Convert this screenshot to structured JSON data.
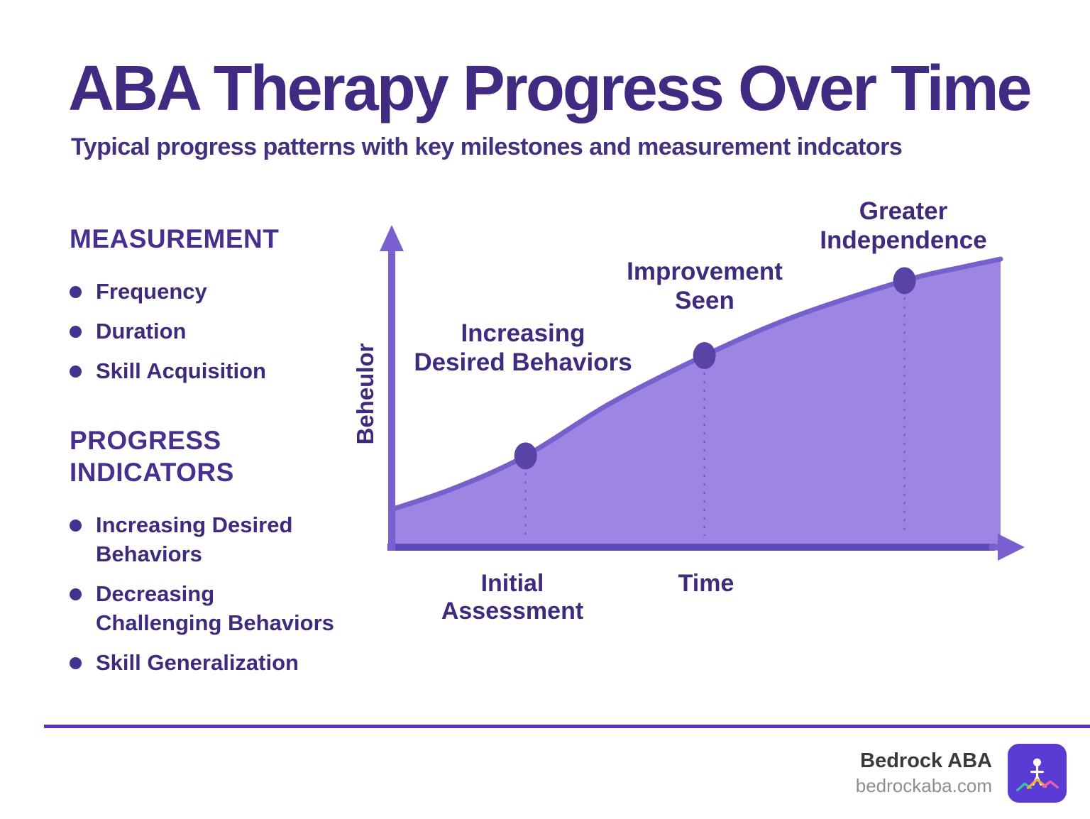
{
  "header": {
    "title": "ABA Therapy Progress Over Time",
    "subtitle": "Typical progress patterns with key milestones and measurement indcators"
  },
  "sidebar": {
    "measurement": {
      "heading": "MEASUREMENT",
      "items": [
        "Frequency",
        "Duration",
        "Skill Acquisition"
      ]
    },
    "progress_indicators": {
      "heading": "PROGRESS\nINDICATORS",
      "items": [
        "Increasing Desired\nBehaviors",
        "Decreasing\nChallenging Behaviors",
        "Skill Generalization"
      ]
    }
  },
  "chart_data": {
    "type": "area",
    "title": "",
    "xlabel": "Time",
    "ylabel": "Beheulor",
    "x_start_label": "Initial\nAssessment",
    "axes_numeric_ticks": false,
    "x_range": [
      0,
      1
    ],
    "y_range": [
      0,
      1
    ],
    "curve_points": [
      [
        0.0,
        0.118
      ],
      [
        0.102,
        0.184
      ],
      [
        0.219,
        0.284
      ],
      [
        0.358,
        0.447
      ],
      [
        0.513,
        0.596
      ],
      [
        0.662,
        0.718
      ],
      [
        0.842,
        0.829
      ],
      [
        0.942,
        0.873
      ],
      [
        1.0,
        0.896
      ]
    ],
    "milestones": [
      {
        "label": "Increasing\nDesired Behaviors",
        "x": 0.219,
        "y": 0.284
      },
      {
        "label": "Improvement\nSeen",
        "x": 0.513,
        "y": 0.596
      },
      {
        "label": "Greater\nIndependence",
        "x": 0.842,
        "y": 0.829
      }
    ],
    "legend": "none",
    "colors": {
      "area_fill": "#9d85e3",
      "line_color": "#7660cb",
      "point_color": "#5a43a6",
      "axis_color": "#7a5fd0",
      "axis_bar_color": "#5f4bb7",
      "dropline_color": "rgba(80,60,160,0.5)"
    }
  },
  "footer": {
    "brand": "Bedrock ABA",
    "website": "bedrockaba.com",
    "logo_icon": "child-on-mountains-icon",
    "logo_bg_color": "#5a3bd3"
  },
  "colors": {
    "text_primary": "#3f2a7d",
    "title": "#402a82",
    "divider": "#5b2fc9",
    "footer_brand": "#3a3a3a",
    "footer_url": "#8d8d8d"
  }
}
